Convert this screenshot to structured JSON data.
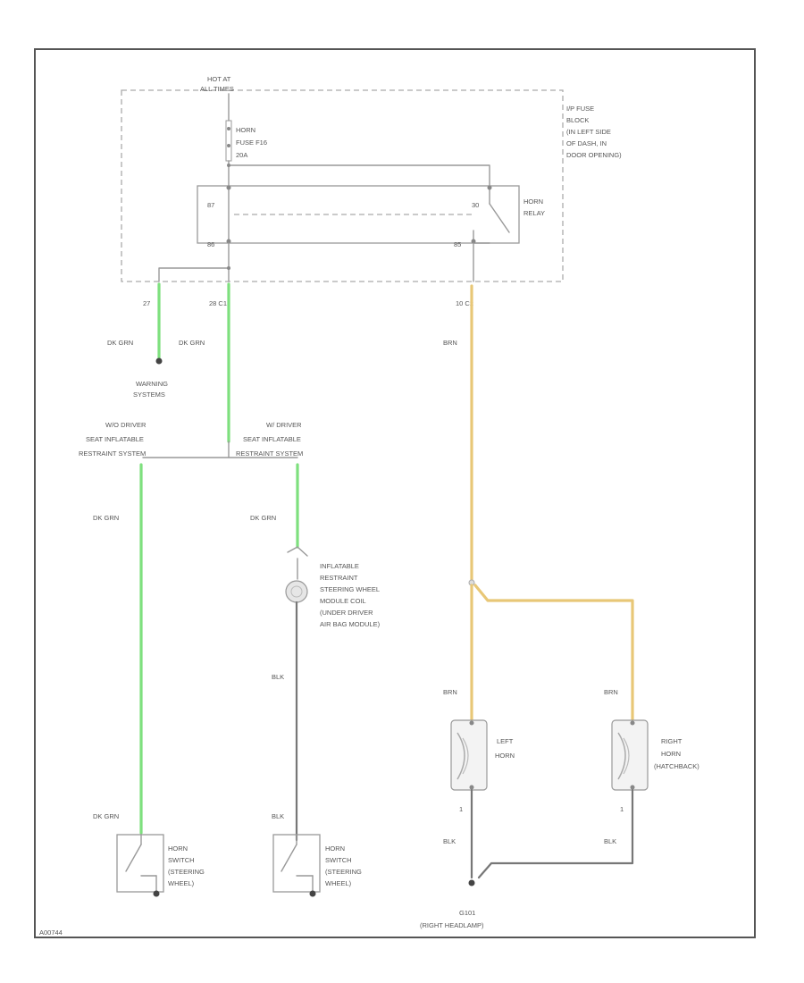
{
  "labels": {
    "hot_at_line1": "HOT AT",
    "hot_at_line2": "ALL TIMES",
    "fuse_block": [
      "I/P FUSE",
      "BLOCK",
      "(IN LEFT SIDE",
      "OF DASH, IN",
      "DOOR OPENING)"
    ],
    "fuse": [
      "HORN",
      "FUSE F16",
      "20A"
    ],
    "relay_pin_left_top": "87",
    "relay_pin_right_top": "30",
    "relay_pin_left_bottom": "86",
    "relay_pin_right_bottom": "85",
    "horn_relay": [
      "HORN",
      "RELAY"
    ],
    "pin_27": "27",
    "pin_28_c1": "28  C1",
    "pin_10_c2": "10  C2",
    "wire_dk_grn_1": "DK GRN",
    "wire_dk_grn_2": "DK GRN",
    "wire_brn_1": "BRN",
    "warning_systems": [
      "WARNING",
      "SYSTEMS"
    ],
    "wo_driver": [
      "W/O DRIVER",
      "SEAT INFLATABLE",
      "RESTRAINT SYSTEM"
    ],
    "w_driver": [
      "W/ DRIVER",
      "SEAT INFLATABLE",
      "RESTRAINT SYSTEM"
    ],
    "wire_dk_grn_3": "DK GRN",
    "wire_dk_grn_4": "DK GRN",
    "inflatable": [
      "INFLATABLE",
      "RESTRAINT",
      "STEERING WHEEL",
      "MODULE COIL",
      "(UNDER DRIVER",
      " AIR BAG MODULE)"
    ],
    "wire_blk_1": "BLK",
    "wire_brn_2": "BRN",
    "wire_brn_3": "BRN",
    "left_horn": [
      "LEFT",
      "HORN"
    ],
    "right_horn": [
      "RIGHT",
      "HORN",
      "(HATCHBACK)"
    ],
    "pin_1_left": "1",
    "pin_1_right": "1",
    "wire_blk_2": "BLK",
    "wire_blk_3": "BLK",
    "wire_dk_grn_5": "DK GRN",
    "wire_blk_4": "BLK",
    "horn_switch_1": [
      "HORN",
      "SWITCH",
      "(STEERING",
      "WHEEL)"
    ],
    "horn_switch_2": [
      "HORN",
      "SWITCH",
      "(STEERING",
      "WHEEL)"
    ],
    "ground": [
      "G101",
      "(RIGHT HEADLAMP)"
    ],
    "figure_id": "A00744"
  },
  "colors": {
    "dk_grn": "#7ee07e",
    "brn": "#e8c777",
    "blk": "#777777"
  }
}
